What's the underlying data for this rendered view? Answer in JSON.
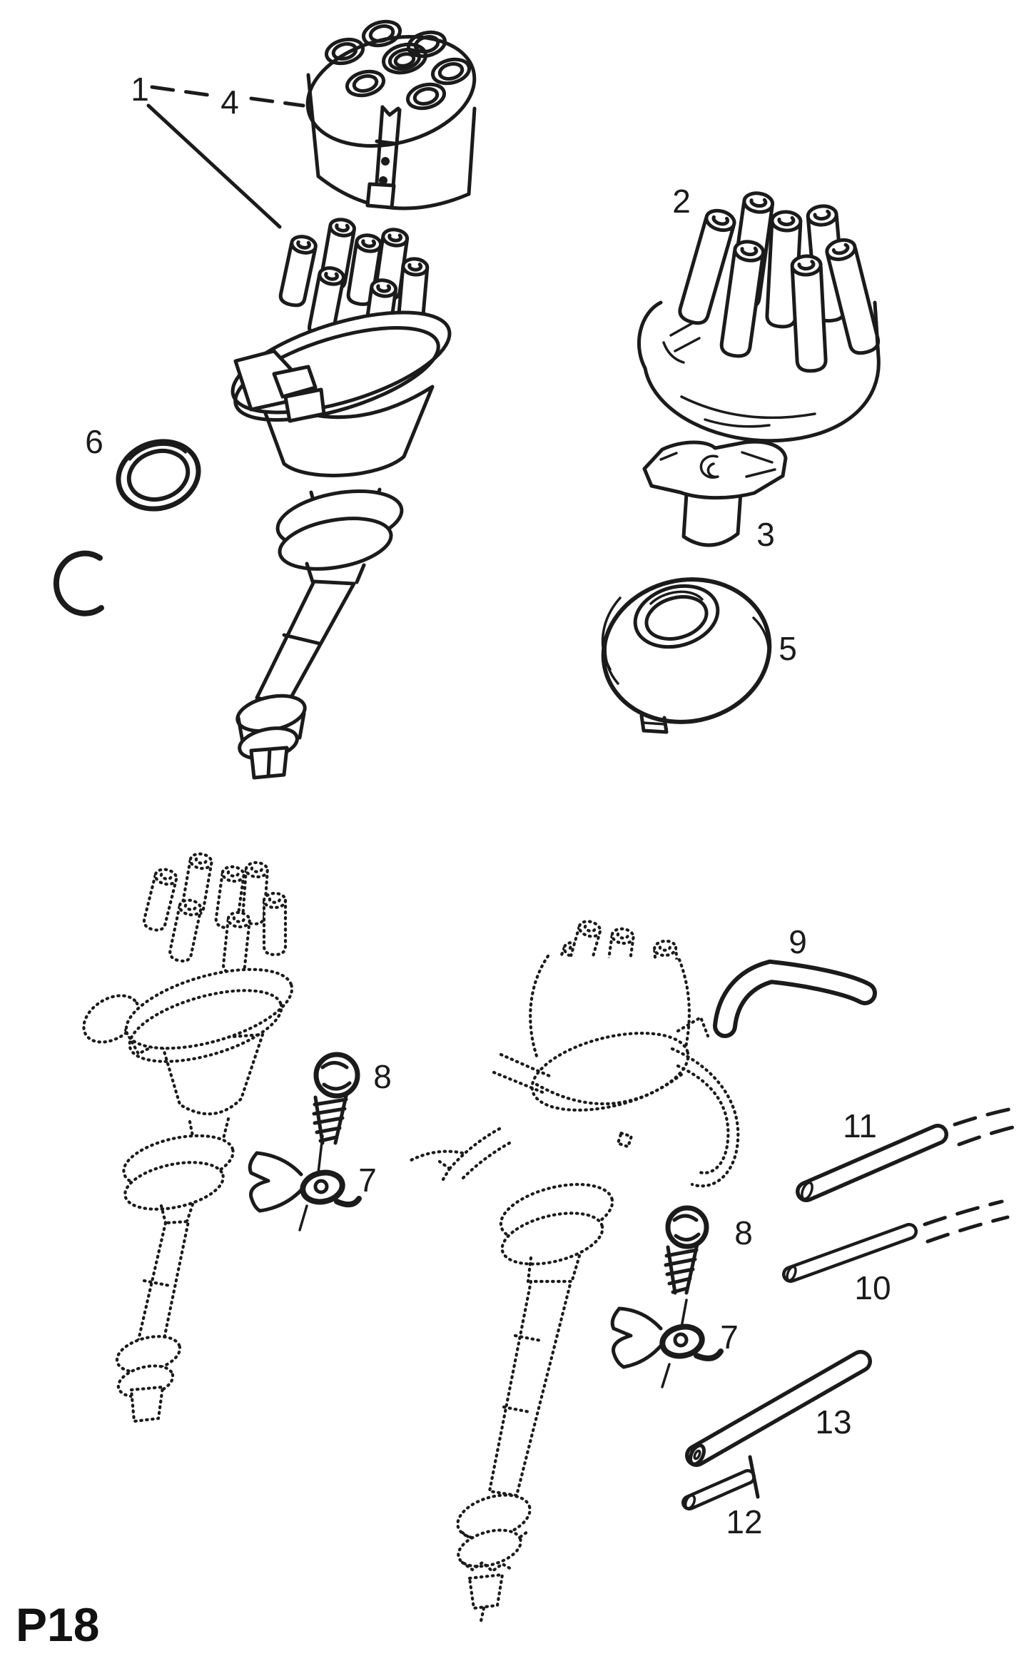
{
  "page": {
    "code": "P18"
  },
  "colors": {
    "ink": "#1b1b1b",
    "paper": "#ffffff"
  },
  "callouts": {
    "n1": "1",
    "n2": "2",
    "n3": "3",
    "n4": "4",
    "n5": "5",
    "n6": "6",
    "n7_left": "7",
    "n7_right": "7",
    "n8_left": "8",
    "n8_right": "8",
    "n9": "9",
    "n10": "10",
    "n11": "11",
    "n12": "12",
    "n13": "13"
  }
}
